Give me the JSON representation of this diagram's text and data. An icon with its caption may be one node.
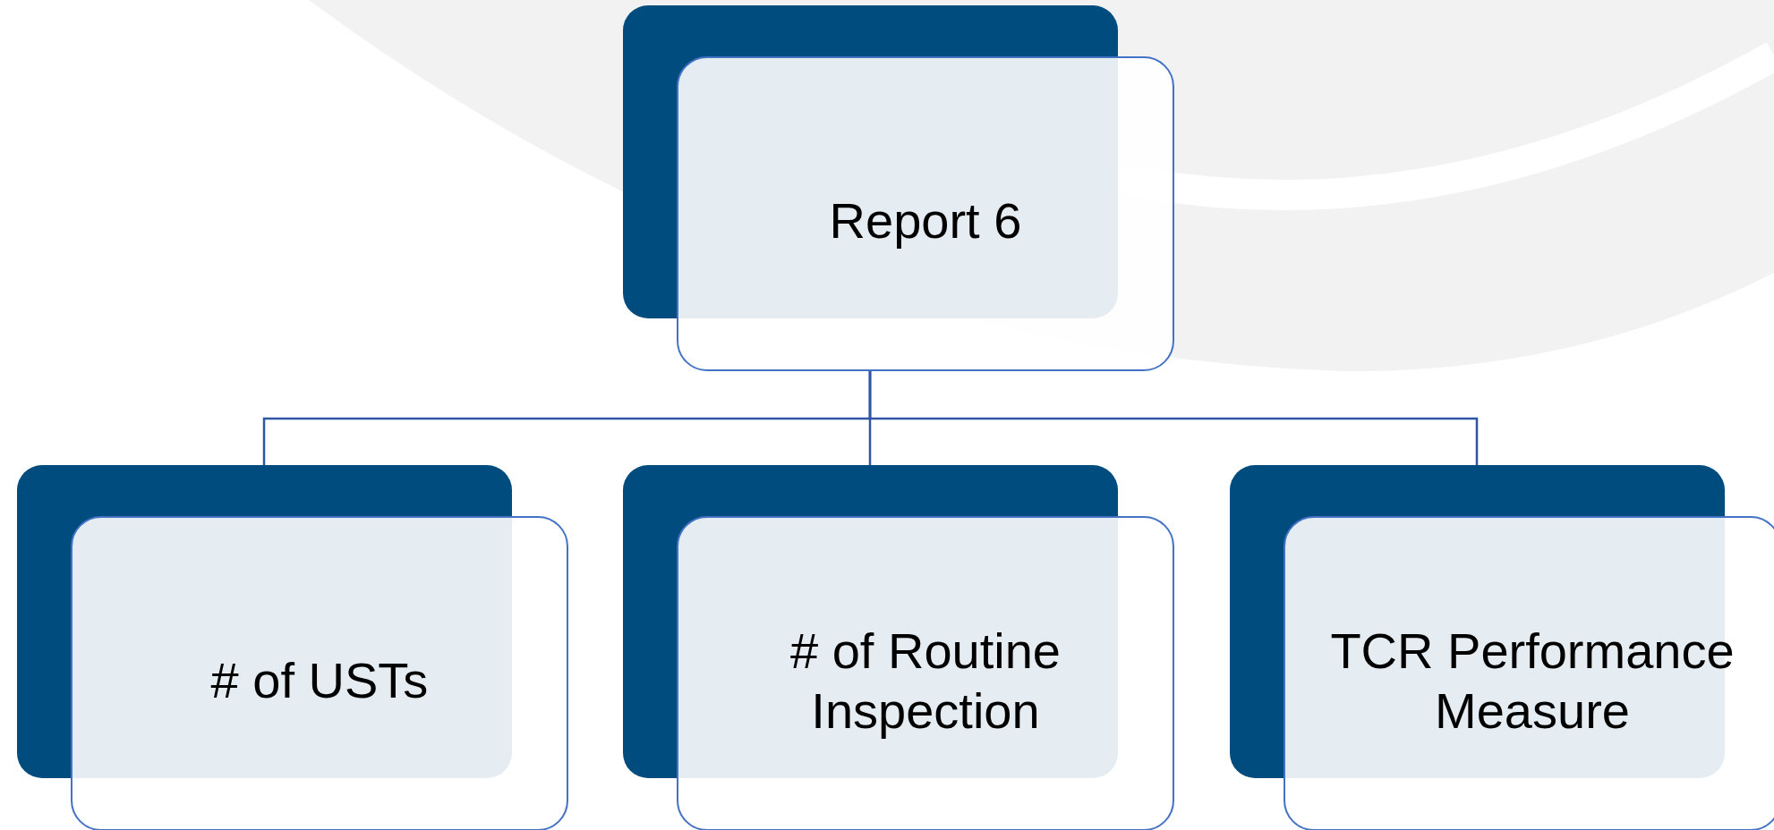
{
  "diagram": {
    "nodes": [
      {
        "text": [
          "Report 6"
        ]
      },
      {
        "text": [
          "# of USTs"
        ]
      },
      {
        "text": [
          "# of Routine Inspection"
        ]
      },
      {
        "text": [
          "TCR Performance Measure"
        ]
      }
    ],
    "edges": [
      {
        "from": 0,
        "to": 1,
        "arrow": "none"
      },
      {
        "from": 0,
        "to": 2,
        "arrow": "none"
      },
      {
        "from": 0,
        "to": 3,
        "arrow": "none"
      }
    ]
  }
}
